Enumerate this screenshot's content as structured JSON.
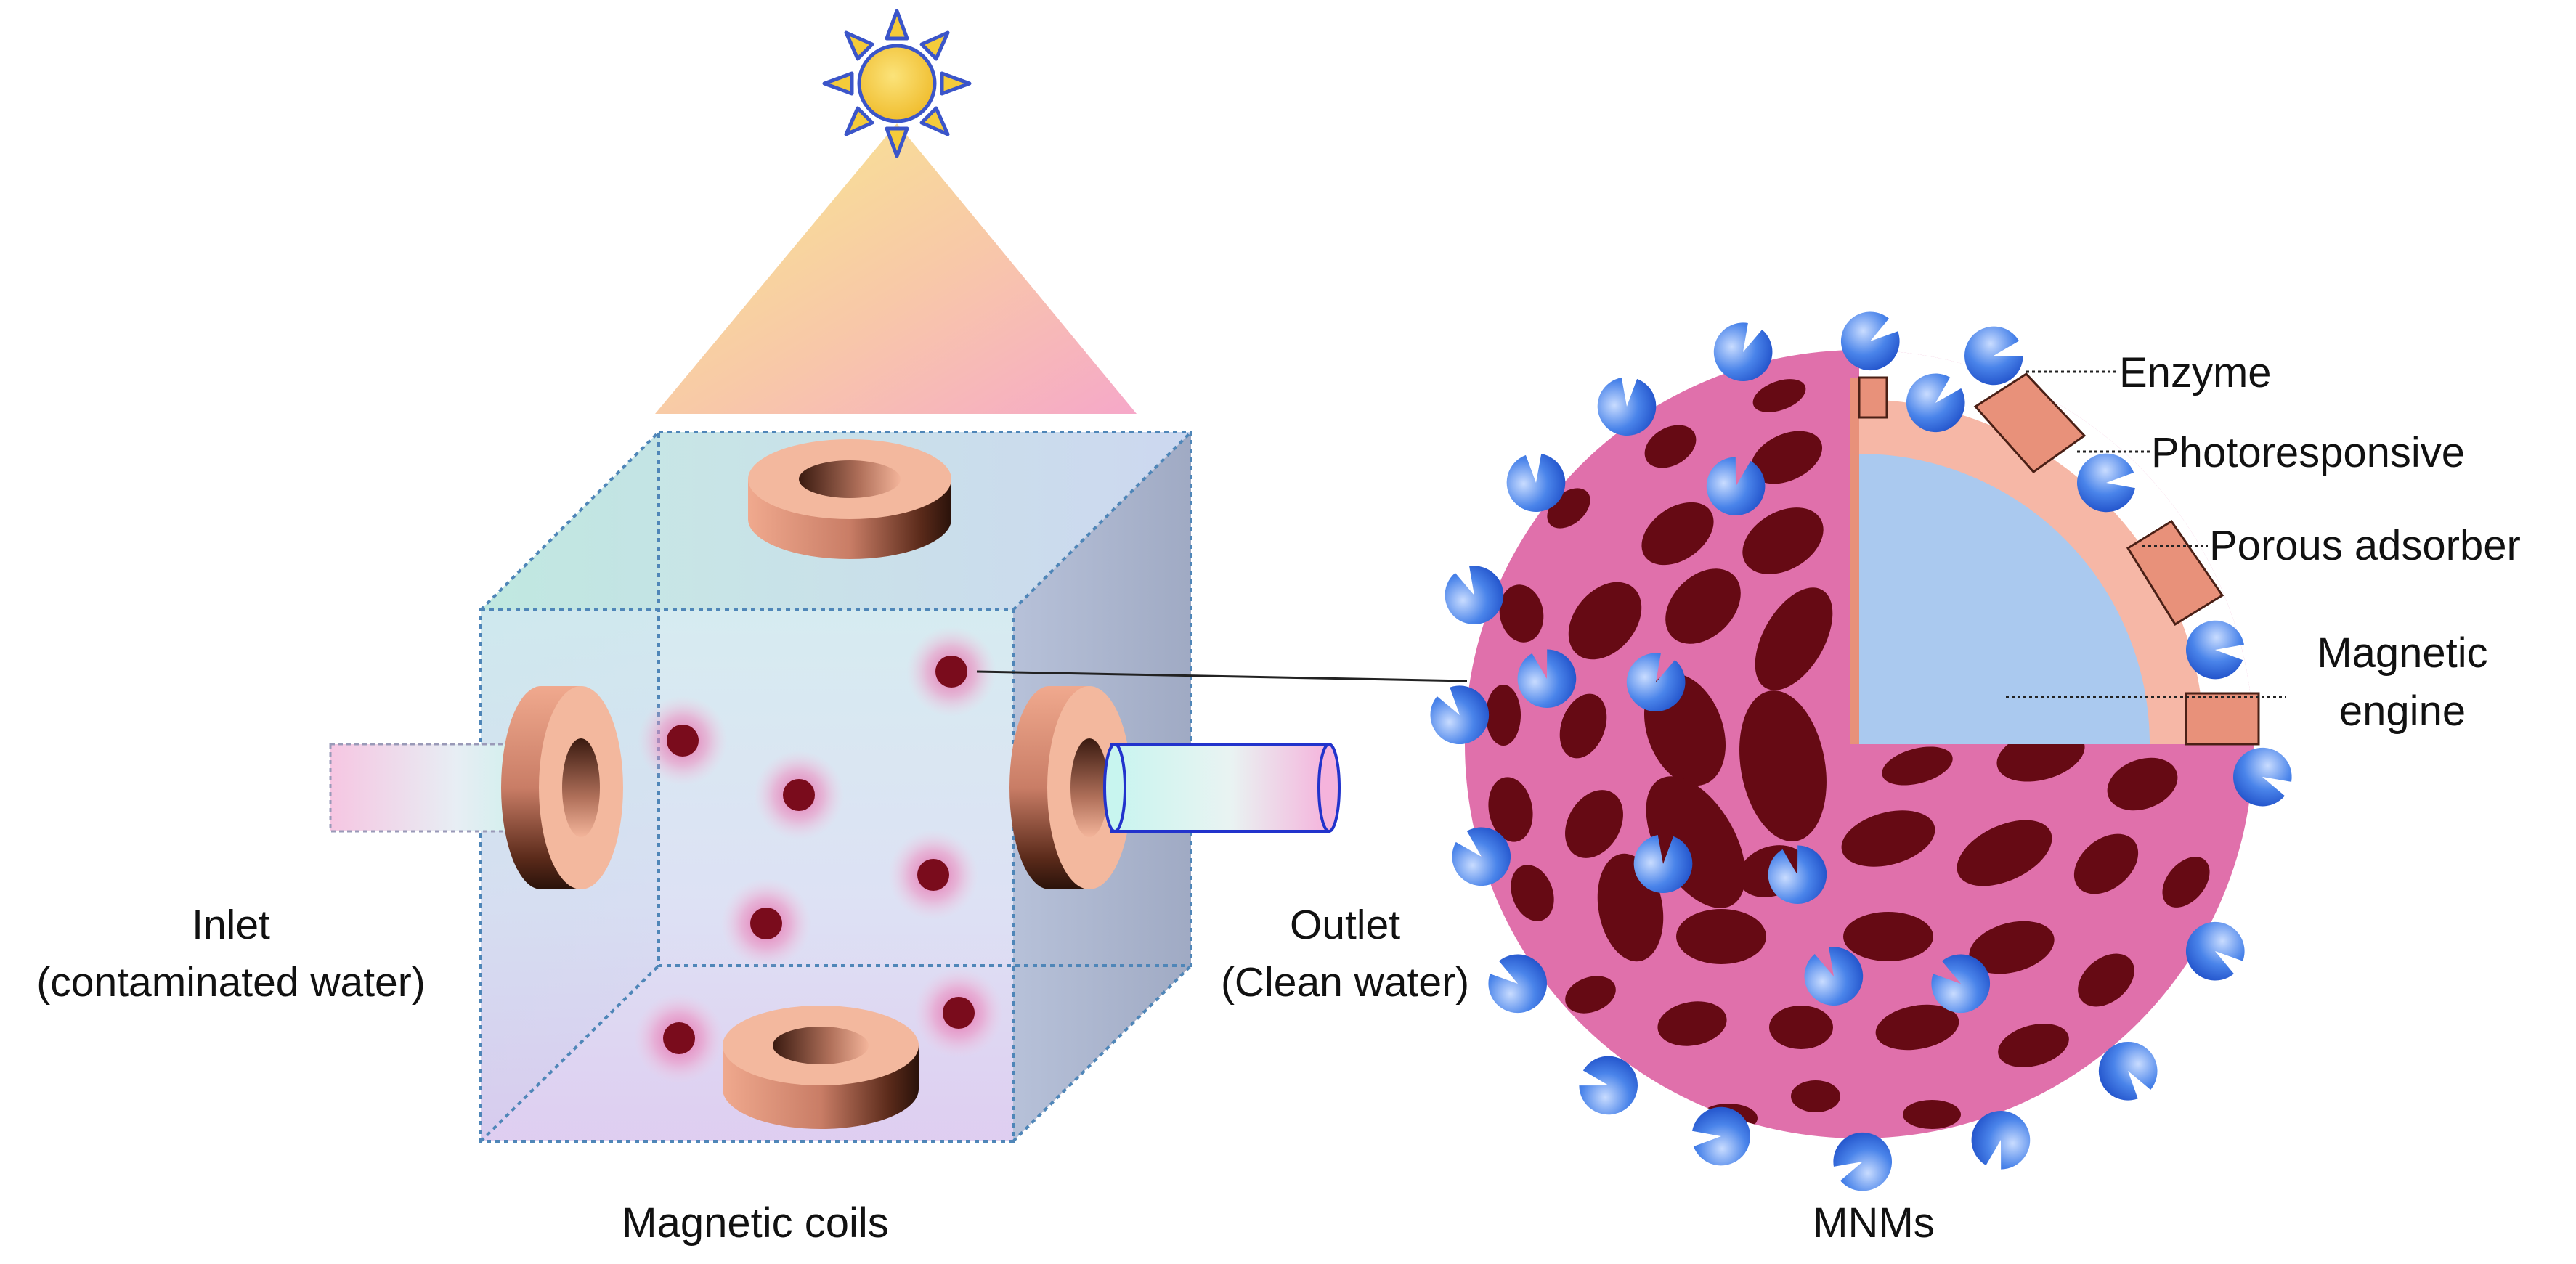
{
  "labels": {
    "inlet": [
      "Inlet",
      "(contaminated water)"
    ],
    "outlet": [
      "Outlet",
      "(Clean water)"
    ],
    "coils": "Magnetic coils",
    "mnms": "MNMs",
    "enzyme": "Enzyme",
    "photoresponsive": "Photoresponsive",
    "porous": "Porous adsorber",
    "engine": [
      "Magnetic",
      "engine"
    ]
  },
  "colors": {
    "sphere_pink": "#e070ab",
    "pore_maroon": "#660a14",
    "core_blue": "#aac9ef",
    "shell_peach": "#f6b7a6",
    "adsorber_salmon": "#e8917a",
    "enzyme_blue": "#2f6ad8",
    "particle_red": "#7a0c1c",
    "sun_yellow": "#f4cb3a",
    "sun_outline": "#3b55c9"
  },
  "icons": [
    "sun-icon",
    "magnetic-coil-icon",
    "enzyme-icon",
    "nanoparticle-icon"
  ]
}
